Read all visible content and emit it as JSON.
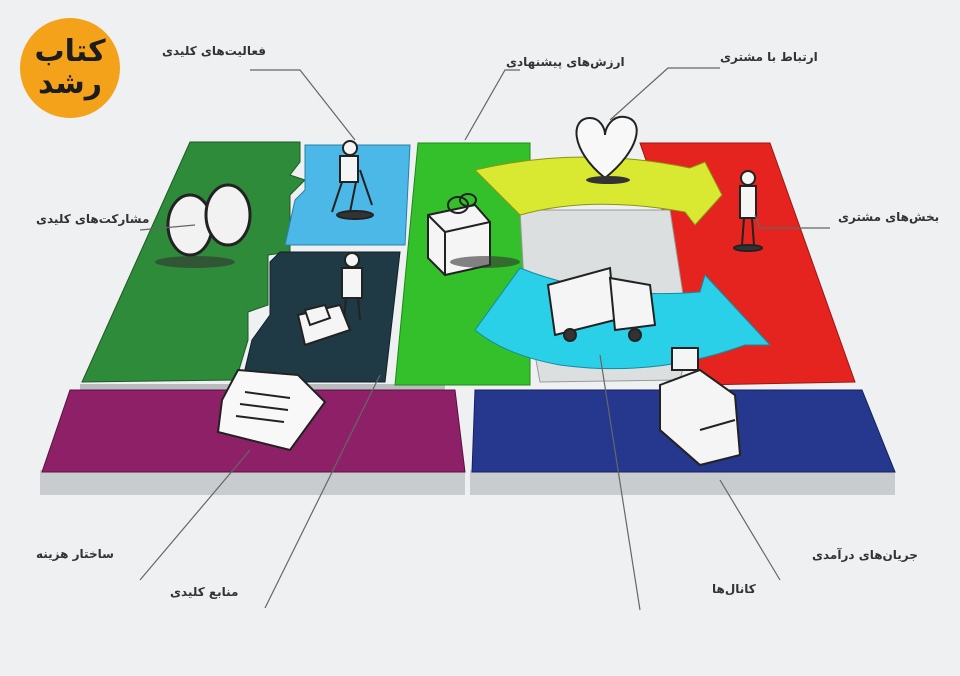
{
  "logo": {
    "line1": "کتاب",
    "line2": "رشد"
  },
  "labels": {
    "key_activities": "فعالیت‌های کلیدی",
    "value_propositions": "ارزش‌های پیشنهادی",
    "customer_relationships": "ارتباط با مشتری",
    "key_partnerships": "مشارکت‌های کلیدی",
    "customer_segments": "بخش‌های مشتری",
    "cost_structure": "ساختار هزینه",
    "revenue_streams": "جریان‌های درآمدی",
    "key_resources": "منابع کلیدی",
    "channels": "کانال‌ها"
  },
  "colors": {
    "key_partnerships": "#2e8b3a",
    "key_activities": "#4cb8e8",
    "key_resources": "#1f3a44",
    "value_propositions": "#34c02a",
    "customer_relationships": "#d9e830",
    "channels": "#2ad0e8",
    "customer_segments": "#e52420",
    "cost_structure": "#8e2068",
    "revenue_streams": "#25388e",
    "logo": "#f5a21b"
  },
  "icons": [
    "rings-icon",
    "worker-digging-icon",
    "worker-with-cart-icon",
    "gift-box-icon",
    "heart-icon",
    "delivery-truck-icon",
    "person-icon",
    "invoice-icon",
    "cash-register-icon"
  ]
}
